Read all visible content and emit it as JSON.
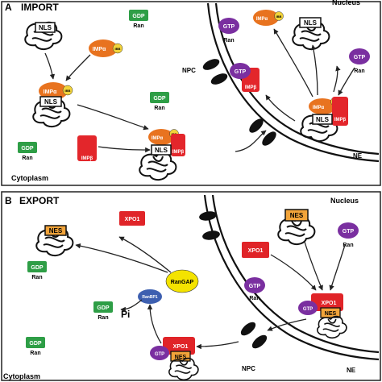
{
  "panel_a": {
    "letter": "A",
    "title": "IMPORT",
    "nucleus": "Nucleus",
    "cytoplasm": "Cytoplasm",
    "npc": "NPC",
    "ne": "NE"
  },
  "panel_b": {
    "letter": "B",
    "title": "EXPORT",
    "nucleus": "Nucleus",
    "cytoplasm": "Cytoplasm",
    "npc": "NPC",
    "ne": "NE"
  },
  "labels": {
    "gdp": "GDP",
    "gtp": "GTP",
    "ran": "Ran",
    "nls": "NLS",
    "nes": "NES",
    "imp_alpha": "IMPα",
    "imp_beta": "IMPβ",
    "ibb": "IBB",
    "xpo1": "XPO1",
    "rangap": "RanGAP",
    "ranbp1": "RanBP1",
    "pi": "Pi"
  },
  "colors": {
    "gdp_green": "#2e9e46",
    "gtp_purple": "#7a2fa0",
    "imp_alpha_orange": "#e8731f",
    "ibb_yellow": "#f2d33b",
    "imp_beta_red": "#e3262b",
    "xpo1_red": "#e02428",
    "nes_orange": "#f2a43a",
    "rangap_yellow": "#f4e300",
    "ranbp1_blue": "#3d5fb0",
    "npc_black": "#111111"
  }
}
